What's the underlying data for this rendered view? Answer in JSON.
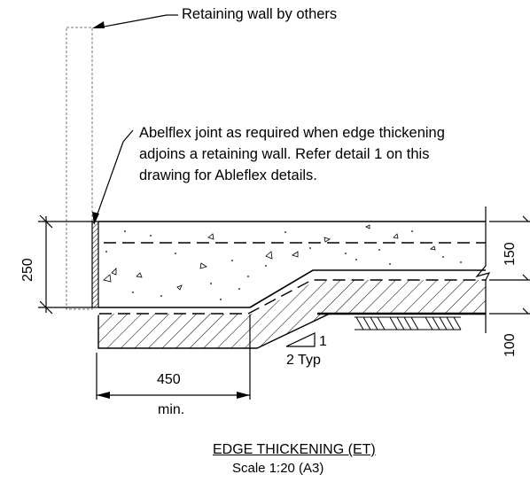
{
  "notes": {
    "retaining_wall": "Retaining wall by others",
    "abelflex_line1": "Abelflex joint as required when edge thickening",
    "abelflex_line2": "adjoins a retaining wall. Refer detail 1 on this",
    "abelflex_line3": "drawing for Ableflex details."
  },
  "dimensions": {
    "slab_depth": "250",
    "top_depth": "150",
    "bottom_depth": "100",
    "width": "450",
    "width_qualifier": "min.",
    "slope_rise": "1",
    "slope_run": "2 Typ"
  },
  "title": {
    "heading": "EDGE THICKENING (ET)",
    "scale": "Scale 1:20 (A3)"
  }
}
